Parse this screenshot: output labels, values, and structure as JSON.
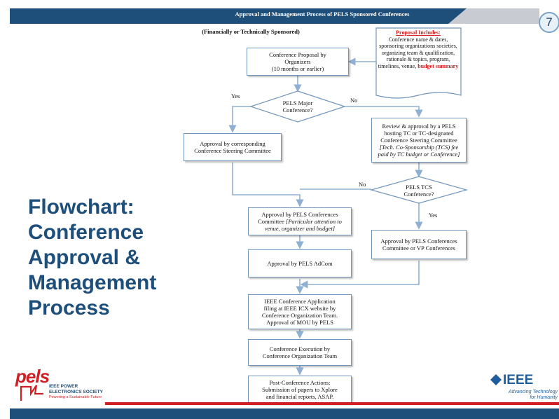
{
  "slide": {
    "page_number": "7",
    "diagram_title": "Approval and Management Process of PELS Sponsored Conferences",
    "subtitle": "(Financially or Technically Sponsored)",
    "big_title_lines": [
      "Flowchart:",
      "Conference",
      "Approval &",
      "Management",
      "Process"
    ]
  },
  "note": {
    "heading": "Proposal Includes:",
    "body": "Conference name & dates, sponsoring organizations societies, organizing team & qualification, rationale & topics, program, timelines, venue,",
    "highlight": "budget summary"
  },
  "nodes": {
    "proposal": [
      "Conference Proposal by",
      "Organizers",
      "(10 months or earlier)"
    ],
    "major_q": [
      "PELS Major",
      "Conference?"
    ],
    "steering": [
      "Approval by corresponding",
      "Conference Steering Committee"
    ],
    "review": [
      "Review & approval by a PELS",
      "hosting TC or TC-designated",
      "Conference Steering Committee"
    ],
    "review_note": [
      "[Tech. Co-Sponsorship (TCS) fee",
      "paid by TC budget or Conference]"
    ],
    "tcs_q": [
      "PELS TCS",
      "Conference?"
    ],
    "conf_committee": [
      "Approval by PELS Conferences",
      "Committee"
    ],
    "conf_committee_note": "[Particular attention to venue, organizer and budget]",
    "vp": [
      "Approval by PELS Conferences",
      "Committee or VP Conferences"
    ],
    "adcom": "Approval by PELS AdCom",
    "icx": [
      "IEEE Conference Application",
      "filing at IEEE ICX website by",
      "Conference Organization Team.",
      "Approval of MOU by PELS"
    ],
    "execution": [
      "Conference Execution by",
      "Conference Organization Team"
    ],
    "post": [
      "Post-Conference Actions:",
      "Submission of papers to Xplore",
      "and financial reports, ASAP."
    ]
  },
  "labels": {
    "yes1": "Yes",
    "no1": "No",
    "no2": "No",
    "yes2": "Yes"
  },
  "logos": {
    "pels": "pels",
    "pels_name_1": "IEEE POWER",
    "pels_name_2": "ELECTRONICS SOCIETY",
    "pels_tagline": "Powering a Sustainable Future",
    "ieee": "IEEE",
    "ieee_tagline_1": "Advancing Technology",
    "ieee_tagline_2": "for Humanity"
  },
  "colors": {
    "header_blue": "#1e4f7a",
    "accent_red": "#d11f26",
    "box_border": "#6f95bc",
    "arrow": "#8fb0d2"
  }
}
